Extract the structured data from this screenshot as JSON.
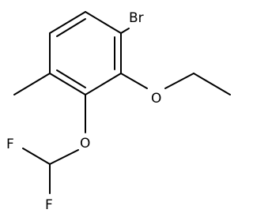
{
  "molecule": {
    "atoms": {
      "bromine": "Br",
      "ethoxy_oxygen": "O",
      "difluoromethoxy_oxygen": "O",
      "fluorine_1": "F",
      "fluorine_2": "F"
    },
    "colors": {
      "bond": "#000000",
      "label": "#000000",
      "background": "#ffffff"
    }
  }
}
